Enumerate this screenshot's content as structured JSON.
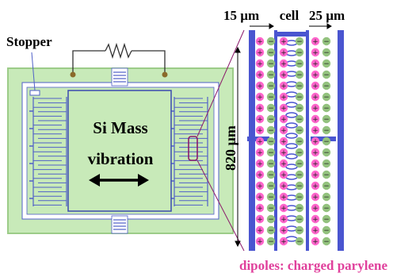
{
  "labels": {
    "stopper": "Stopper",
    "mass_line1": "Si Mass",
    "mass_line2": "vibration",
    "dim_top_left": "15 µm",
    "dim_top_mid": "cell",
    "dim_top_right": "25 µm",
    "dim_height": "820 µm",
    "caption": "dipoles: charged parylene"
  },
  "colors": {
    "substrate": "#c8eab9",
    "substrate_border": "#9ccc88",
    "mass": "#c8eab9",
    "comb": "#5060c8",
    "electrode": "#4a55d0",
    "positive_dipole": "#ff66cc",
    "negative_dipole": "#93c27e",
    "caption": "#e0409c",
    "zoom_lines": "#8b1a6b"
  },
  "dipole_signs": {
    "plus": "+",
    "minus": "−"
  }
}
